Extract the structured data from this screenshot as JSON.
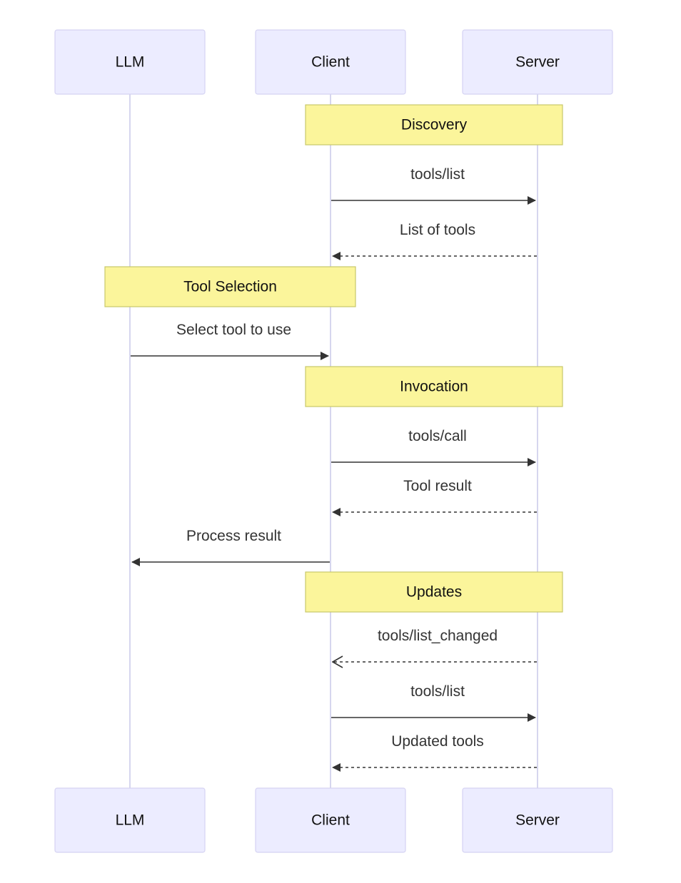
{
  "participants": [
    {
      "id": "llm",
      "label": "LLM"
    },
    {
      "id": "client",
      "label": "Client"
    },
    {
      "id": "server",
      "label": "Server"
    }
  ],
  "steps": [
    {
      "kind": "note",
      "label": "Discovery",
      "over": [
        "client",
        "server"
      ]
    },
    {
      "kind": "message",
      "label": "tools/list",
      "from": "client",
      "to": "server",
      "style": "solid",
      "head": "filled"
    },
    {
      "kind": "message",
      "label": "List of tools",
      "from": "server",
      "to": "client",
      "style": "dashed",
      "head": "filled"
    },
    {
      "kind": "note",
      "label": "Tool Selection",
      "over": [
        "llm",
        "client"
      ]
    },
    {
      "kind": "message",
      "label": "Select tool to use",
      "from": "llm",
      "to": "client",
      "style": "solid",
      "head": "filled"
    },
    {
      "kind": "note",
      "label": "Invocation",
      "over": [
        "client",
        "server"
      ]
    },
    {
      "kind": "message",
      "label": "tools/call",
      "from": "client",
      "to": "server",
      "style": "solid",
      "head": "filled"
    },
    {
      "kind": "message",
      "label": "Tool result",
      "from": "server",
      "to": "client",
      "style": "dashed",
      "head": "filled"
    },
    {
      "kind": "message",
      "label": "Process result",
      "from": "client",
      "to": "llm",
      "style": "solid",
      "head": "filled"
    },
    {
      "kind": "note",
      "label": "Updates",
      "over": [
        "client",
        "server"
      ]
    },
    {
      "kind": "message",
      "label": "tools/list_changed",
      "from": "server",
      "to": "client",
      "style": "dashed",
      "head": "open"
    },
    {
      "kind": "message",
      "label": "tools/list",
      "from": "client",
      "to": "server",
      "style": "solid",
      "head": "filled"
    },
    {
      "kind": "message",
      "label": "Updated tools",
      "from": "server",
      "to": "client",
      "style": "dashed",
      "head": "filled"
    }
  ],
  "colors": {
    "actor_fill": "#ececff",
    "actor_border": "#d5d3f2",
    "lifeline": "#d6d6ee",
    "note_fill": "#fbf59b",
    "note_border": "#c9c76b",
    "message_line": "#333333"
  }
}
